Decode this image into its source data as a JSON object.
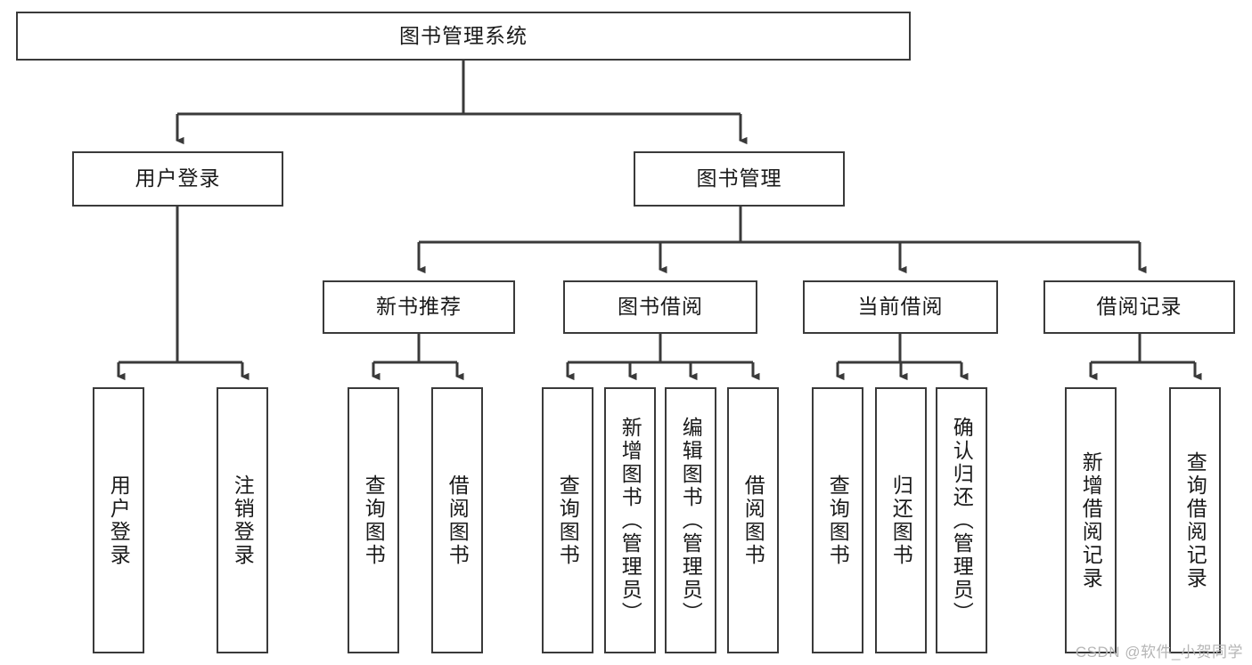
{
  "diagram": {
    "type": "tree",
    "title": "图书管理系统",
    "orientation": "top-down",
    "stroke_color": "#3a3a3a",
    "background_color": "#ffffff",
    "text_color": "#1a1a1a",
    "watermark": "CSDN @软件_小贺同学"
  },
  "nodes": {
    "root": {
      "label": "图书管理系统",
      "level": 1
    },
    "l2": [
      {
        "id": "user-login",
        "label": "用户登录",
        "level": 2
      },
      {
        "id": "book-management",
        "label": "图书管理",
        "level": 2
      }
    ],
    "l3": [
      {
        "id": "new-book-recommend",
        "label": "新书推荐",
        "level": 3,
        "parent": "book-management"
      },
      {
        "id": "book-borrow",
        "label": "图书借阅",
        "level": 3,
        "parent": "book-management"
      },
      {
        "id": "current-borrow",
        "label": "当前借阅",
        "level": 3,
        "parent": "book-management"
      },
      {
        "id": "borrow-record",
        "label": "借阅记录",
        "level": 3,
        "parent": "book-management"
      }
    ],
    "leaves": [
      {
        "id": "leaf-user-login",
        "label": "用户登录",
        "parent": "user-login"
      },
      {
        "id": "leaf-logout-login",
        "label": "注销登录",
        "parent": "user-login"
      },
      {
        "id": "leaf-query-books-recommend",
        "label": "查询图书",
        "parent": "new-book-recommend"
      },
      {
        "id": "leaf-borrow-books-recommend",
        "label": "借阅图书",
        "parent": "new-book-recommend"
      },
      {
        "id": "leaf-query-books-borrow",
        "label": "查询图书",
        "parent": "book-borrow"
      },
      {
        "id": "leaf-add-book-admin",
        "label": "新增图书（管理员）",
        "parent": "book-borrow"
      },
      {
        "id": "leaf-edit-book-admin",
        "label": "编辑图书（管理员）",
        "parent": "book-borrow"
      },
      {
        "id": "leaf-borrow-book",
        "label": "借阅图书",
        "parent": "book-borrow"
      },
      {
        "id": "leaf-query-books-current",
        "label": "查询图书",
        "parent": "current-borrow"
      },
      {
        "id": "leaf-return-book",
        "label": "归还图书",
        "parent": "current-borrow"
      },
      {
        "id": "leaf-confirm-return-admin",
        "label": "确认归还（管理员）",
        "parent": "current-borrow"
      },
      {
        "id": "leaf-add-borrow-record",
        "label": "新增借阅记录",
        "parent": "borrow-record"
      },
      {
        "id": "leaf-query-borrow-record",
        "label": "查询借阅记录",
        "parent": "borrow-record"
      }
    ]
  }
}
